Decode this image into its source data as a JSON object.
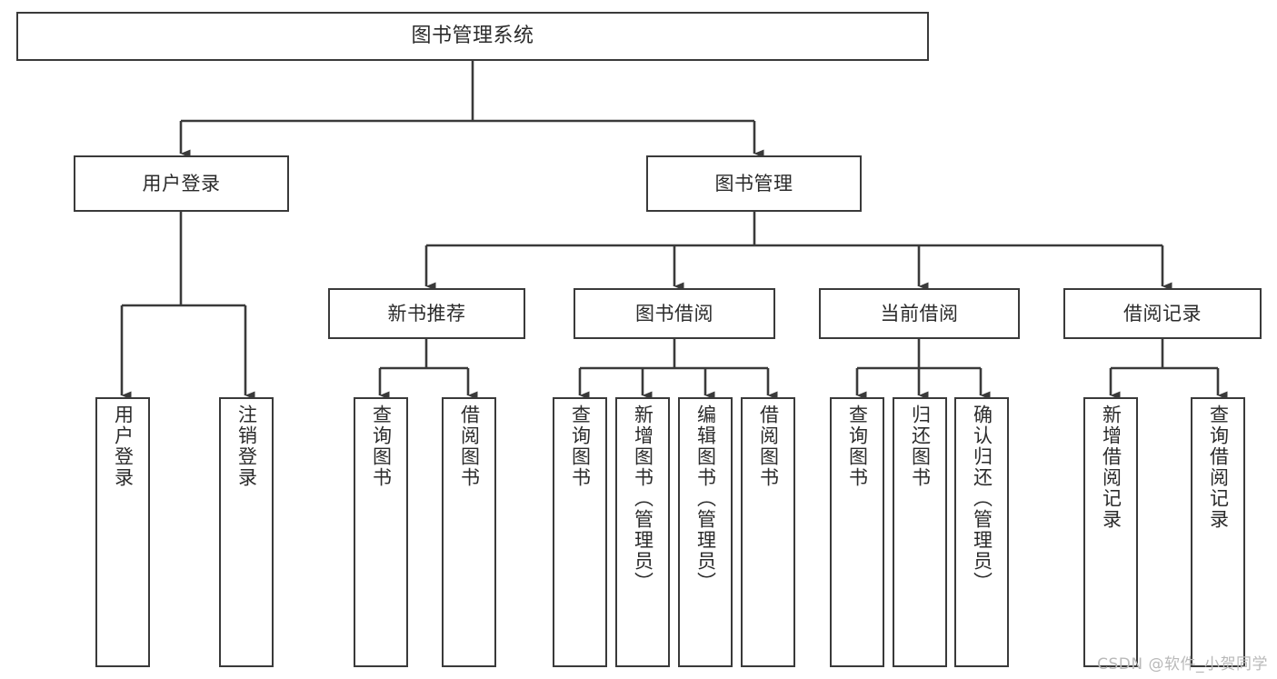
{
  "diagram": {
    "title": "图书管理系统",
    "type": "tree-hierarchy-diagram",
    "colors": {
      "box_border": "#3a3a3a",
      "box_fill": "#ffffff",
      "connector": "#3a3a3a",
      "text": "#2b2b2b",
      "watermark": "#b9b9b9",
      "background": "#ffffff"
    },
    "levels": {
      "root": "图书管理系统",
      "level2": [
        "用户登录",
        "图书管理"
      ],
      "level3": [
        "新书推荐",
        "图书借阅",
        "当前借阅",
        "借阅记录"
      ]
    },
    "nodes": {
      "root": {
        "label": "图书管理系统"
      },
      "user_login": {
        "label": "用户登录"
      },
      "book_manage": {
        "label": "图书管理"
      },
      "new_book_rec": {
        "label": "新书推荐"
      },
      "book_borrow": {
        "label": "图书借阅"
      },
      "current_borrow": {
        "label": "当前借阅"
      },
      "borrow_record": {
        "label": "借阅记录"
      },
      "leaf_user_login": {
        "label": "用户登录"
      },
      "leaf_logout": {
        "label": "注销登录"
      },
      "leaf_query_book_1": {
        "label": "查询图书"
      },
      "leaf_borrow_book_1": {
        "label": "借阅图书"
      },
      "leaf_query_book_2": {
        "label": "查询图书"
      },
      "leaf_add_book": {
        "label": "新增图书（管理员）"
      },
      "leaf_edit_book": {
        "label": "编辑图书（管理员）"
      },
      "leaf_borrow_book_2": {
        "label": "借阅图书"
      },
      "leaf_query_book_3": {
        "label": "查询图书"
      },
      "leaf_return_book": {
        "label": "归还图书"
      },
      "leaf_confirm_return": {
        "label": "确认归还（管理员）"
      },
      "leaf_add_record": {
        "label": "新增借阅记录"
      },
      "leaf_query_record": {
        "label": "查询借阅记录"
      }
    },
    "watermark": "CSDN @软件_小贺同学"
  }
}
